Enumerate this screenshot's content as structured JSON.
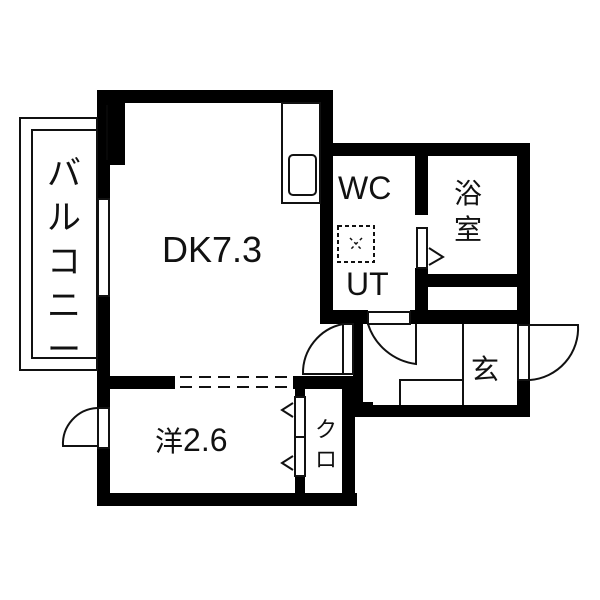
{
  "floor_plan": {
    "rooms": {
      "dining_kitchen": {
        "label": "DK7.3"
      },
      "wc": {
        "label": "WC"
      },
      "utility": {
        "label": "UT"
      },
      "bathroom": {
        "label": "浴室"
      },
      "entrance": {
        "label": "玄"
      },
      "western_room": {
        "kanji": "洋",
        "size": "2.6"
      },
      "closet": {
        "label": "クロ"
      },
      "balcony": {
        "label": "バルコニー"
      }
    },
    "colors": {
      "wall": "#000000",
      "line": "#111111",
      "background": "#ffffff"
    }
  }
}
